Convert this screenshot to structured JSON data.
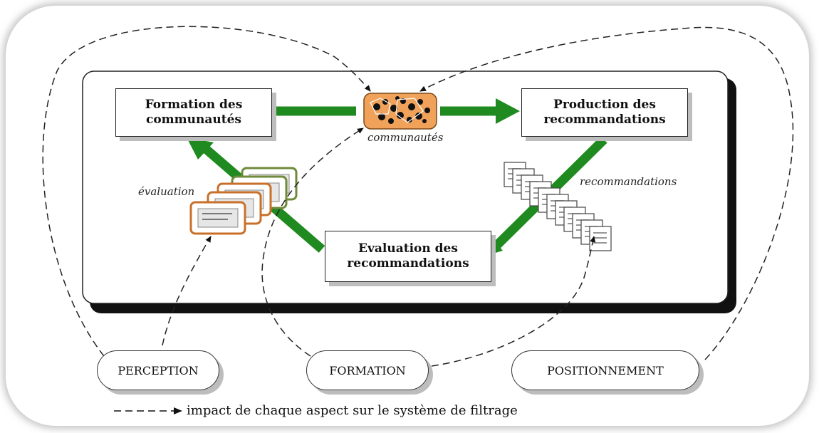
{
  "nodes": {
    "formation_communautes": "Formation des\ncommunautés",
    "production_recommandations": "Production des\nrecommandations",
    "evaluation_recommandations": "Evaluation des\nrecommandations"
  },
  "labels": {
    "communautes": "communautés",
    "recommandations": "recommandations",
    "evaluation": "évaluation"
  },
  "aspects": {
    "perception": "PERCEPTION",
    "formation": "FORMATION",
    "positionnement": "POSITIONNEMENT"
  },
  "legend": {
    "text": "impact de chaque aspect sur le système de filtrage"
  },
  "colors": {
    "arrow_green": "#1f8a1f",
    "community_orange": "#f0a25a",
    "doc_border_orange": "#c8702a",
    "doc_border_green": "#6f8a3a"
  }
}
